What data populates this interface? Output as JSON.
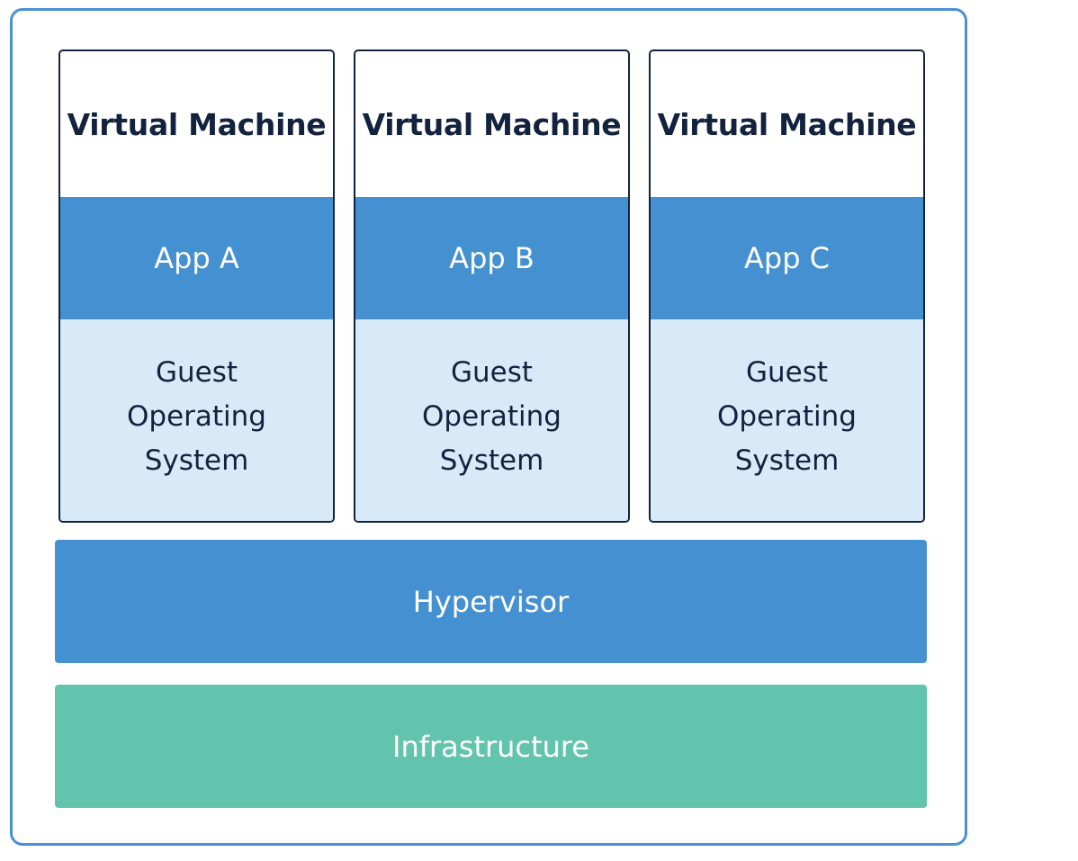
{
  "diagram": {
    "virtual_machines": [
      {
        "title": "Virtual Machine",
        "app": "App A",
        "os_lines": [
          "Guest",
          "Operating",
          "System"
        ]
      },
      {
        "title": "Virtual Machine",
        "app": "App B",
        "os_lines": [
          "Guest",
          "Operating",
          "System"
        ]
      },
      {
        "title": "Virtual Machine",
        "app": "App C",
        "os_lines": [
          "Guest",
          "Operating",
          "System"
        ]
      }
    ],
    "hypervisor": "Hypervisor",
    "infrastructure": "Infrastructure"
  },
  "colors": {
    "frame_border": "#4a90d9",
    "vm_border": "#13233f",
    "app_fill": "#4590d0",
    "guest_os_fill": "#d8e9f8",
    "hypervisor_fill": "#4590d0",
    "infrastructure_fill": "#62c4ac",
    "dark_text": "#13233f",
    "light_text": "#ffffff"
  }
}
